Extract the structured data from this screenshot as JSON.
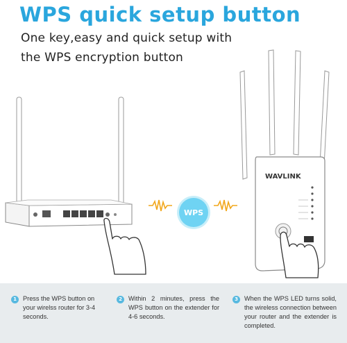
{
  "title": "WPS quick setup button",
  "subtitle_line1": "One key,easy and quick setup with",
  "subtitle_line2": "the  WPS encryption button",
  "wps_label": "WPS",
  "brand": "WAVLINK",
  "colors": {
    "accent": "#2aa6dd",
    "wps_bubble": "#6fd3f3",
    "signal": "#f2a71b",
    "steps_bg": "#e8ecee"
  },
  "steps": [
    {
      "num": "1",
      "text": "Press the WPS button on your wirelss router for 3-4 seconds."
    },
    {
      "num": "2",
      "text": "Within 2 minutes, press the WPS button on the extender for 4-6 seconds."
    },
    {
      "num": "3",
      "text": "When the WPS LED turns solid, the wireless connection between your router and the extender is completed."
    }
  ]
}
